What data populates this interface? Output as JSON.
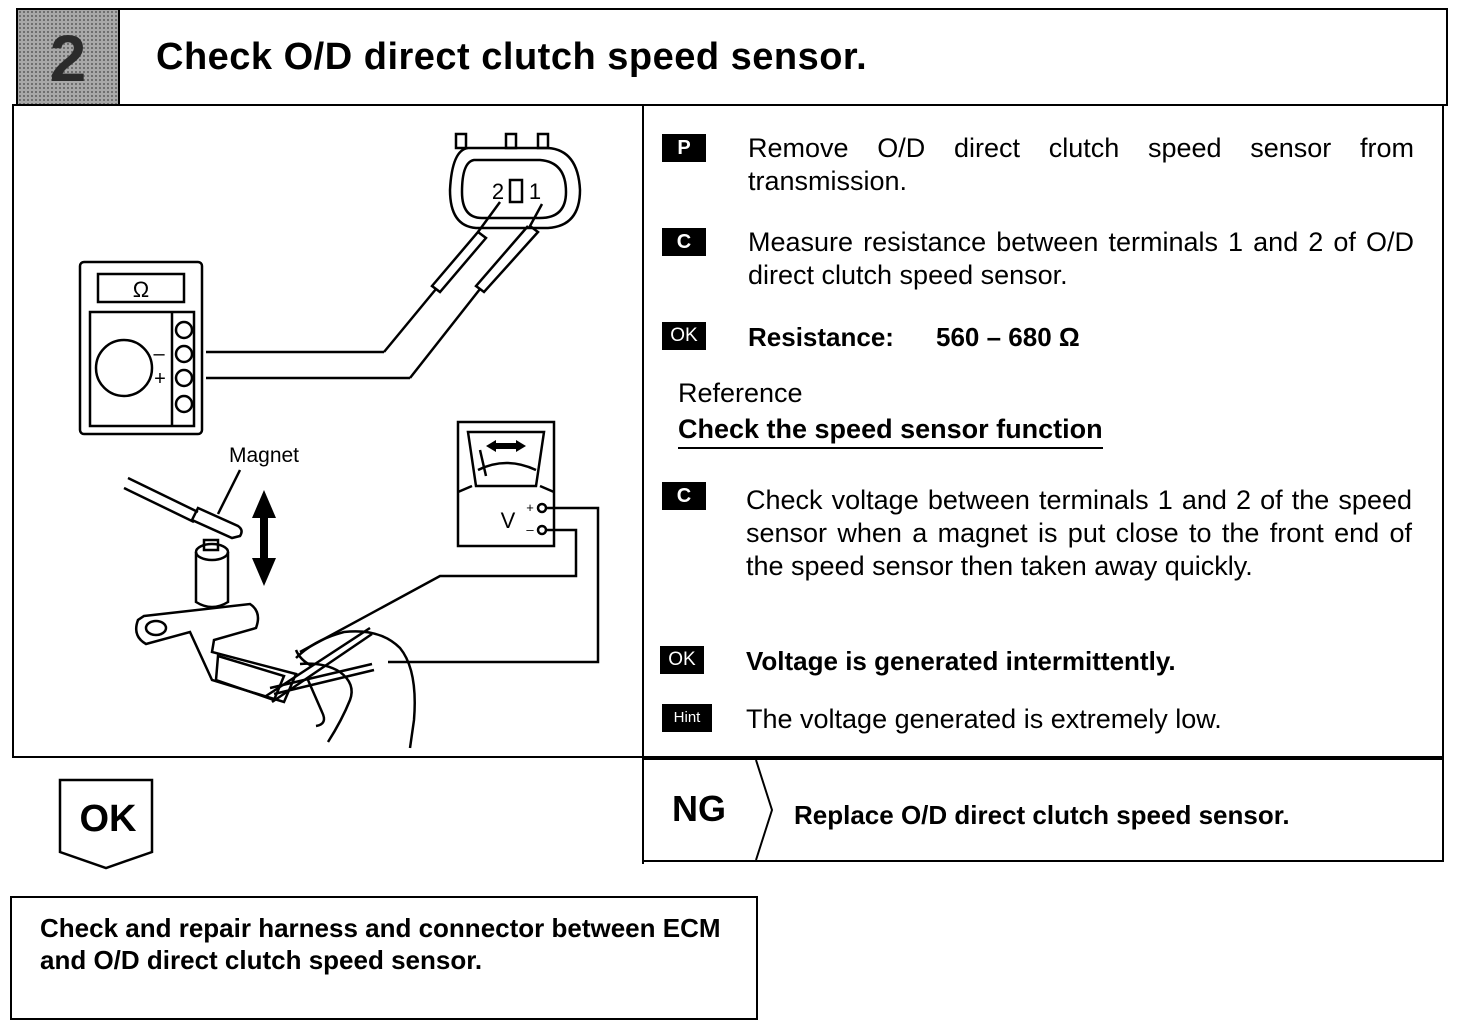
{
  "header": {
    "step_number": "2",
    "title": "Check O/D direct clutch speed sensor."
  },
  "diagram": {
    "ohm_symbol": "Ω",
    "terminal_2": "2",
    "terminal_1": "1",
    "minus_sign": "–",
    "plus_sign": "+",
    "magnet_label": "Magnet",
    "voltmeter_label": "V",
    "voltmeter_plus": "+",
    "voltmeter_minus": "–"
  },
  "instructions": {
    "step_p": {
      "badge": "P",
      "text": "Remove O/D direct clutch speed sensor from transmission."
    },
    "step_c1": {
      "badge": "C",
      "text": "Measure resistance between terminals 1 and 2 of O/D direct clutch speed sensor."
    },
    "ok1": {
      "badge": "OK",
      "label": "Resistance:",
      "value": "560 – 680 Ω"
    },
    "reference_title": "Reference",
    "reference_subtitle": "Check the speed sensor function",
    "step_c2": {
      "badge": "C",
      "text": "Check voltage between terminals 1 and 2 of the speed sensor when a magnet is put close to the front end of the speed sensor then taken away quickly."
    },
    "ok2": {
      "badge": "OK",
      "text": "Voltage is generated intermittently."
    },
    "hint": {
      "badge": "Hint",
      "text": "The voltage generated is extremely low."
    }
  },
  "ng": {
    "label": "NG",
    "text": "Replace O/D direct clutch speed sensor."
  },
  "ok": {
    "label": "OK"
  },
  "next_step": {
    "text": "Check and repair harness and connector between ECM and O/D direct clutch speed sensor."
  }
}
